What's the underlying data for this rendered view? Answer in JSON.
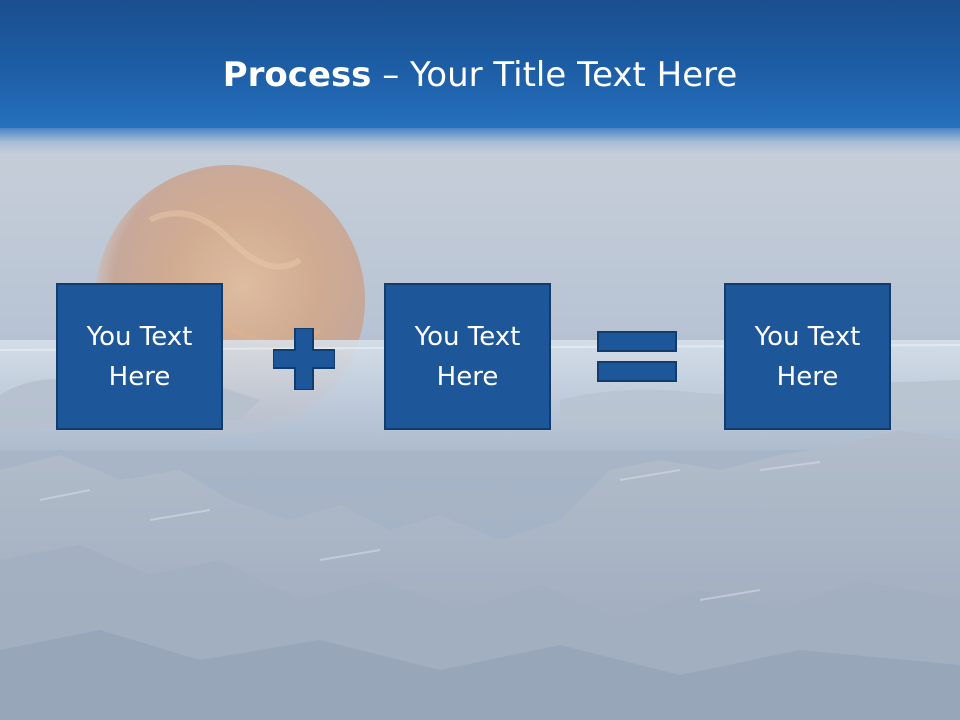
{
  "slide": {
    "title_bold": "Process",
    "title_rest": " – Your Title Text Here"
  },
  "process": {
    "steps": [
      {
        "label": "You Text\nHere"
      },
      {
        "label": "You Text\nHere"
      },
      {
        "label": "You Text\nHere"
      }
    ],
    "operators": [
      "plus-icon",
      "equals-icon"
    ]
  },
  "colors": {
    "title_bar": "#1d5ea6",
    "box_fill": "#1e5799",
    "box_border": "#113d6e",
    "text": "#ffffff"
  }
}
